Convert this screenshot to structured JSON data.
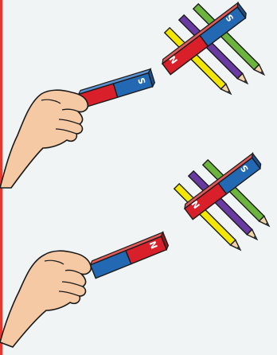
{
  "colors": {
    "background": "#f0f4f4",
    "border": "#e8382e",
    "north": "#d9202a",
    "south": "#2368b2",
    "skin": "#f5c9a4",
    "outline": "#1a1a1a",
    "pencils": [
      "#f3e600",
      "#6a3aa3",
      "#6cb43c"
    ],
    "pencil_wood": "#f2d3a8"
  },
  "scenes": [
    {
      "id": "top",
      "hand_magnet": {
        "front_pole": "S",
        "front_label": "S",
        "back_pole": "N"
      },
      "target_magnet": {
        "near_pole": "N",
        "near_label": "N",
        "far_pole": "S",
        "far_label": "S"
      },
      "pencils": [
        "yellow-pencil",
        "purple-pencil",
        "green-pencil"
      ]
    },
    {
      "id": "bottom",
      "hand_magnet": {
        "front_pole": "N",
        "front_label": "N",
        "back_pole": "S"
      },
      "target_magnet": {
        "near_pole": "N",
        "near_label": "N",
        "far_pole": "S",
        "far_label": "S"
      },
      "pencils": [
        "yellow-pencil",
        "purple-pencil",
        "green-pencil"
      ]
    }
  ]
}
